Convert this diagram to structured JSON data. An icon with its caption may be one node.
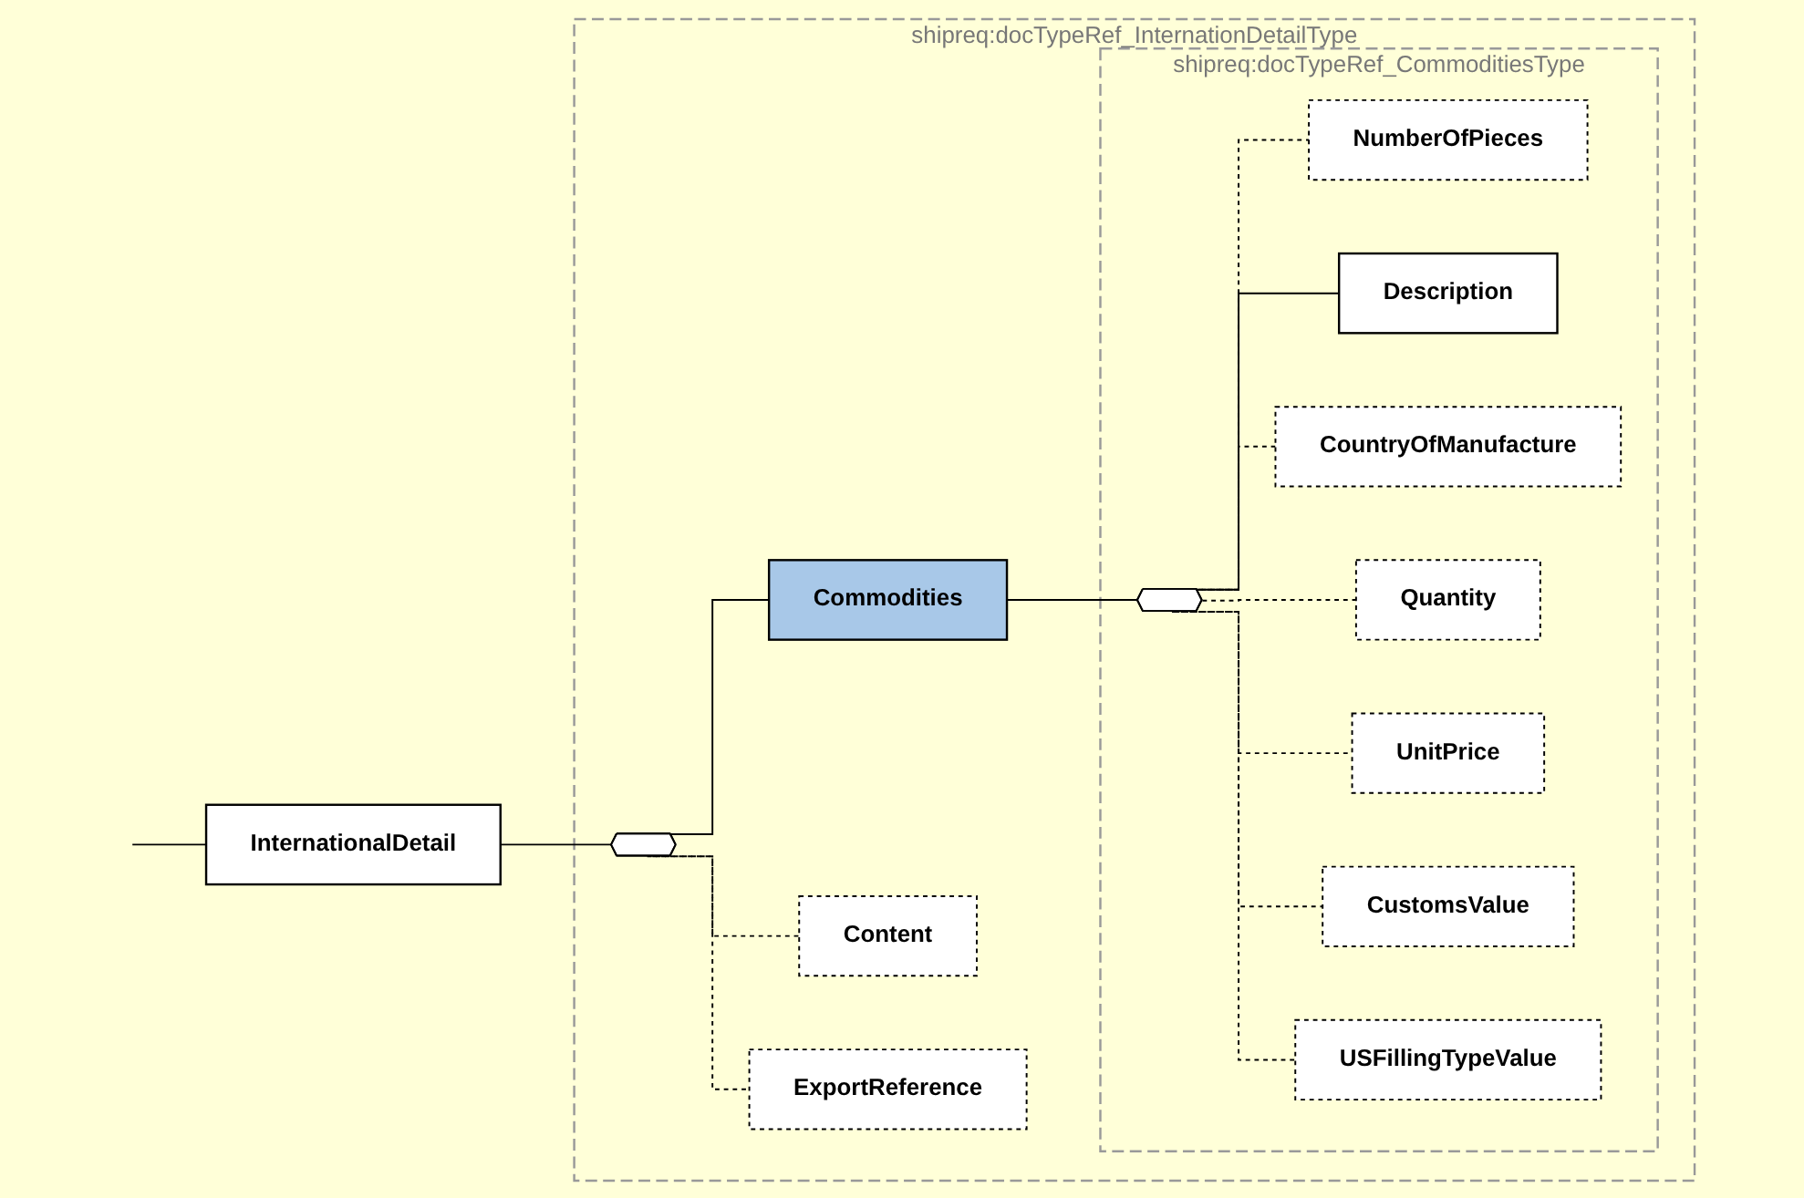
{
  "diagram": {
    "nodes": [
      {
        "text": [
          "InternationalDetail"
        ]
      },
      {
        "text": [
          "shipreq:docTypeRef_InternationDetailType"
        ]
      },
      {
        "text": [],
        "shape": "octagon",
        "in": 1
      },
      {
        "text": [
          "Commodities"
        ],
        "in": 1
      },
      {
        "text": [
          "shipreq:docTypeRef_CommoditiesType"
        ],
        "in": 1
      },
      {
        "text": [],
        "shape": "octagon",
        "in": 4
      },
      {
        "text": [
          "NumberOfPieces"
        ],
        "in": 4
      },
      {
        "text": [
          "Description"
        ],
        "in": 4
      },
      {
        "text": [
          "CountryOfManufacture"
        ],
        "in": 4
      },
      {
        "text": [
          "Quantity"
        ],
        "in": 4
      },
      {
        "text": [
          "UnitPrice"
        ],
        "in": 4
      },
      {
        "text": [
          "CustomsValue"
        ],
        "in": 4
      },
      {
        "text": [
          "USFillingTypeValue"
        ],
        "in": 4
      },
      {
        "text": [
          "Content"
        ],
        "in": 1
      },
      {
        "text": [
          "ExportReference"
        ],
        "in": 1
      }
    ],
    "edges": [
      {
        "from": null,
        "to": 0,
        "arrow": "none"
      },
      {
        "from": 0,
        "to": 2,
        "arrow": "none"
      },
      {
        "from": 2,
        "to": 3,
        "arrow": "none"
      },
      {
        "from": 2,
        "to": 13,
        "arrow": "none",
        "style": "dashed"
      },
      {
        "from": 2,
        "to": 14,
        "arrow": "none",
        "style": "dashed"
      },
      {
        "from": 3,
        "to": 5,
        "arrow": "none"
      },
      {
        "from": 5,
        "to": 6,
        "arrow": "none",
        "style": "dashed"
      },
      {
        "from": 5,
        "to": 7,
        "arrow": "none"
      },
      {
        "from": 5,
        "to": 8,
        "arrow": "none",
        "style": "dashed"
      },
      {
        "from": 5,
        "to": 9,
        "arrow": "none",
        "style": "dashed"
      },
      {
        "from": 5,
        "to": 10,
        "arrow": "none",
        "style": "dashed"
      },
      {
        "from": 5,
        "to": 11,
        "arrow": "none",
        "style": "dashed"
      },
      {
        "from": 5,
        "to": 12,
        "arrow": "none",
        "style": "dashed"
      }
    ]
  }
}
